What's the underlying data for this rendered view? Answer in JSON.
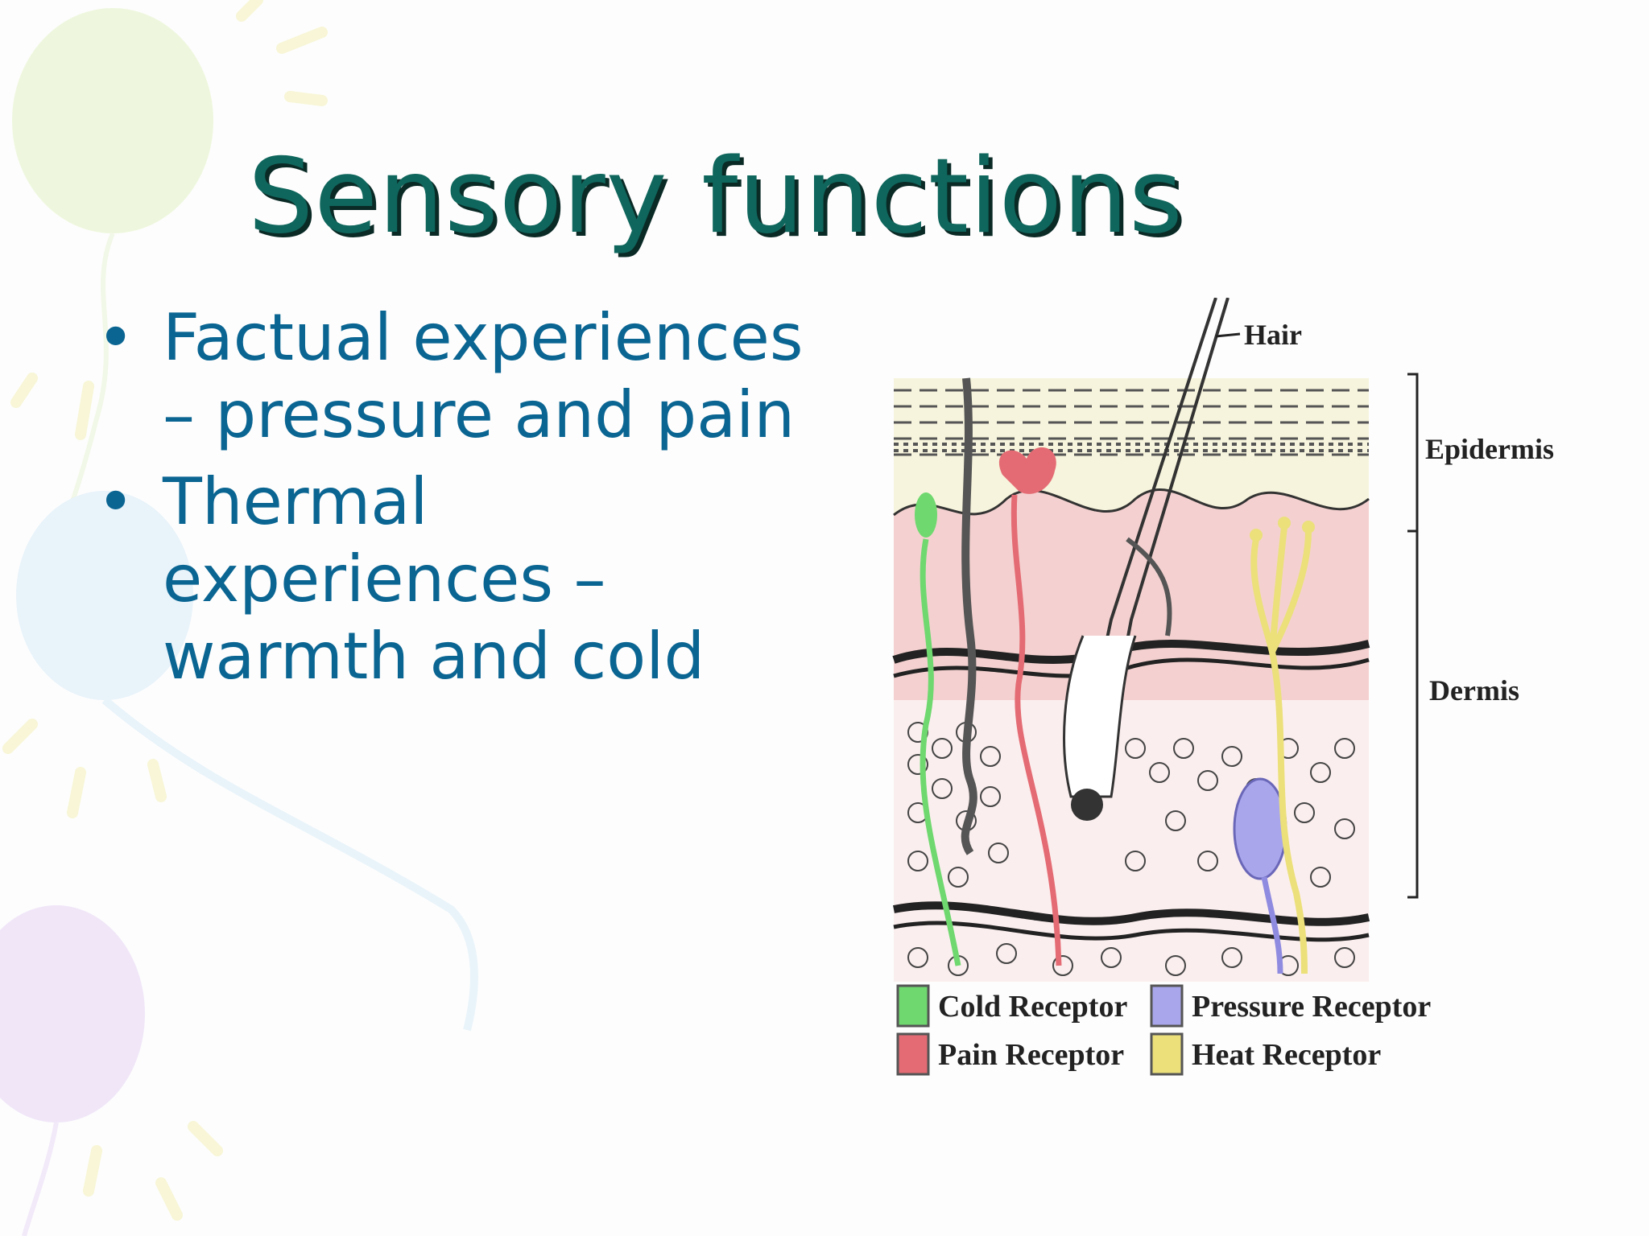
{
  "slide": {
    "title": "Sensory functions",
    "bullets": [
      {
        "text": "Factual experiences – pressure and pain"
      },
      {
        "text": "Thermal experiences – warmth and cold"
      }
    ]
  },
  "figure": {
    "labels": {
      "hair": "Hair",
      "epidermis": "Epidermis",
      "dermis": "Dermis"
    },
    "legend": [
      {
        "label": "Cold Receptor",
        "color": "#6fd86f"
      },
      {
        "label": "Pressure Receptor",
        "color": "#a9a6ec"
      },
      {
        "label": "Pain Receptor",
        "color": "#e46b73"
      },
      {
        "label": "Heat Receptor",
        "color": "#ebe07a"
      }
    ]
  },
  "colors": {
    "title": "#0f665c",
    "title_shadow": "#0a2a26",
    "bullet_text": "#0a6592",
    "epidermis_fill": "#f6f4dc",
    "dermis_fill": "#f4d1d0"
  }
}
